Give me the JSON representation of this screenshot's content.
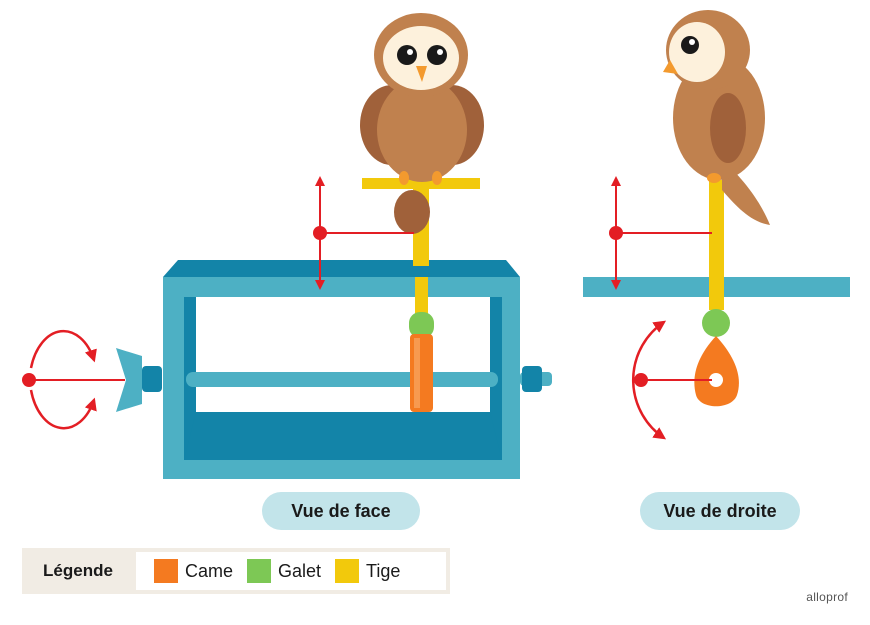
{
  "views": {
    "front_label": "Vue de face",
    "right_label": "Vue de droite"
  },
  "legend": {
    "title": "Légende",
    "items": [
      {
        "label": "Came",
        "color": "#f47a20"
      },
      {
        "label": "Galet",
        "color": "#7dc855"
      },
      {
        "label": "Tige",
        "color": "#f2c90c"
      }
    ]
  },
  "brand": "alloprof",
  "colors": {
    "frame": "#4db0c4",
    "frame_dark": "#1384a8",
    "arrow": "#e31e24",
    "owl_body": "#c0814e",
    "owl_wing": "#a0613a"
  }
}
